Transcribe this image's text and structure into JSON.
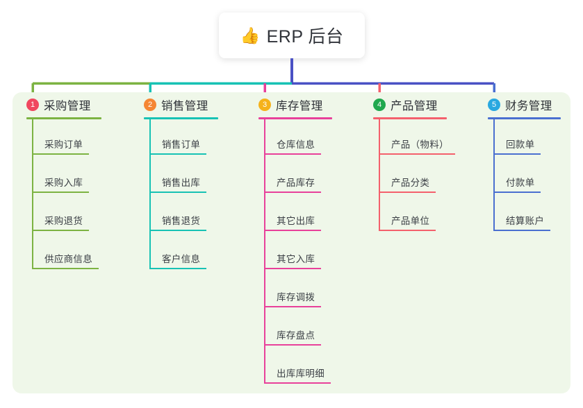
{
  "root": {
    "emoji": "👍",
    "label": "ERP 后台",
    "icon_name": "thumbs-up-icon"
  },
  "palette": {
    "panel_bg": "#eff7e9",
    "page_bg": "#ffffff",
    "root_stem": "#4a51c4",
    "text": "#2f3238"
  },
  "columns": [
    {
      "index": "1",
      "title": "采购管理",
      "color": "#7cb342",
      "badge_color": "#f0475f",
      "items": [
        "采购订单",
        "采购入库",
        "采购退货",
        "供应商信息"
      ]
    },
    {
      "index": "2",
      "title": "销售管理",
      "color": "#17c2b4",
      "badge_color": "#f58634",
      "items": [
        "销售订单",
        "销售出库",
        "销售退货",
        "客户信息"
      ]
    },
    {
      "index": "3",
      "title": "库存管理",
      "color": "#e8409a",
      "badge_color": "#f5b21b",
      "items": [
        "仓库信息",
        "产品库存",
        "其它出库",
        "其它入库",
        "库存调拨",
        "库存盘点",
        "出库库明细"
      ]
    },
    {
      "index": "4",
      "title": "产品管理",
      "color": "#f4606c",
      "badge_color": "#20a84e",
      "items": [
        "产品（物料）",
        "产品分类",
        "产品单位"
      ]
    },
    {
      "index": "5",
      "title": "财务管理",
      "color": "#4a6fd0",
      "badge_color": "#29a8e0",
      "items": [
        "回款单",
        "付款单",
        "结算账户"
      ]
    }
  ]
}
